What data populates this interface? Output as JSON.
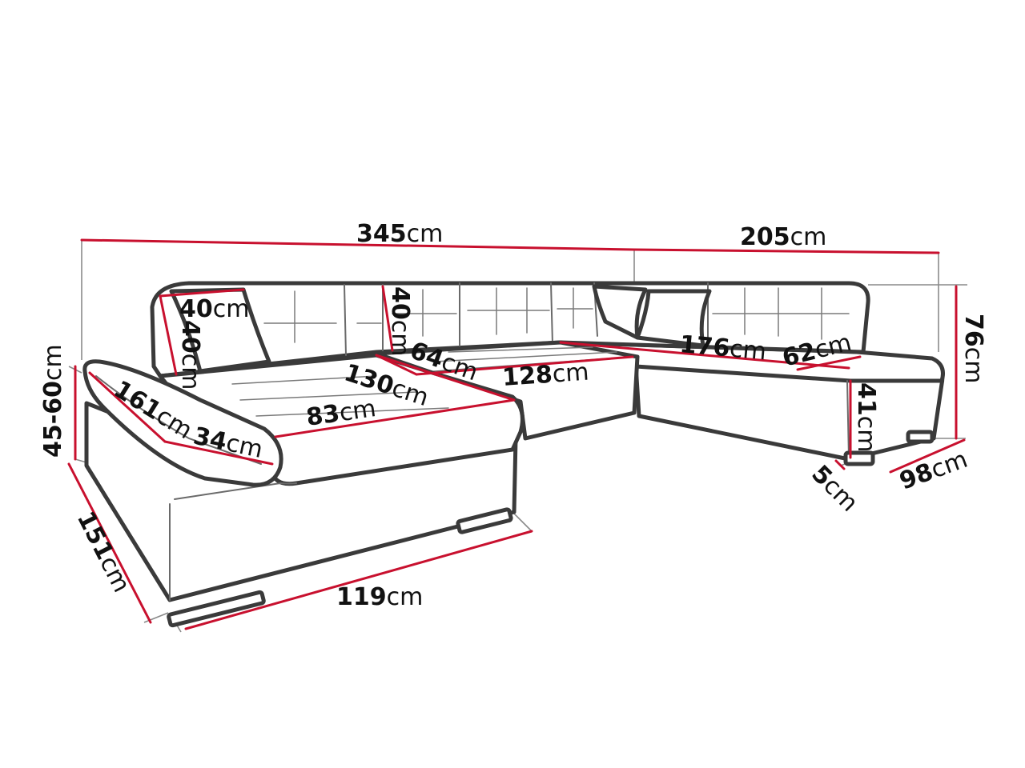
{
  "colors": {
    "dimension_line": "#c8102e",
    "outline": "#3a3a3a",
    "background": "#ffffff"
  },
  "unit": "cm",
  "dimensions": {
    "total_length_left": "345",
    "total_length_right": "205",
    "back_height": "76",
    "seat_height": "45-60",
    "left_depth": "151",
    "left_width": "119",
    "right_depth": "98",
    "leg_height": "5",
    "right_seat_height": "41",
    "pillow_width": "40",
    "pillow_height": "40",
    "armrest_length": "161",
    "armrest_width": "34",
    "chaise_inner": "83",
    "chaise_seat": "130",
    "middle_depth": "64",
    "middle_seat": "128",
    "right_seat": "176",
    "right_depth_inner": "62",
    "back_cushion": "40"
  }
}
